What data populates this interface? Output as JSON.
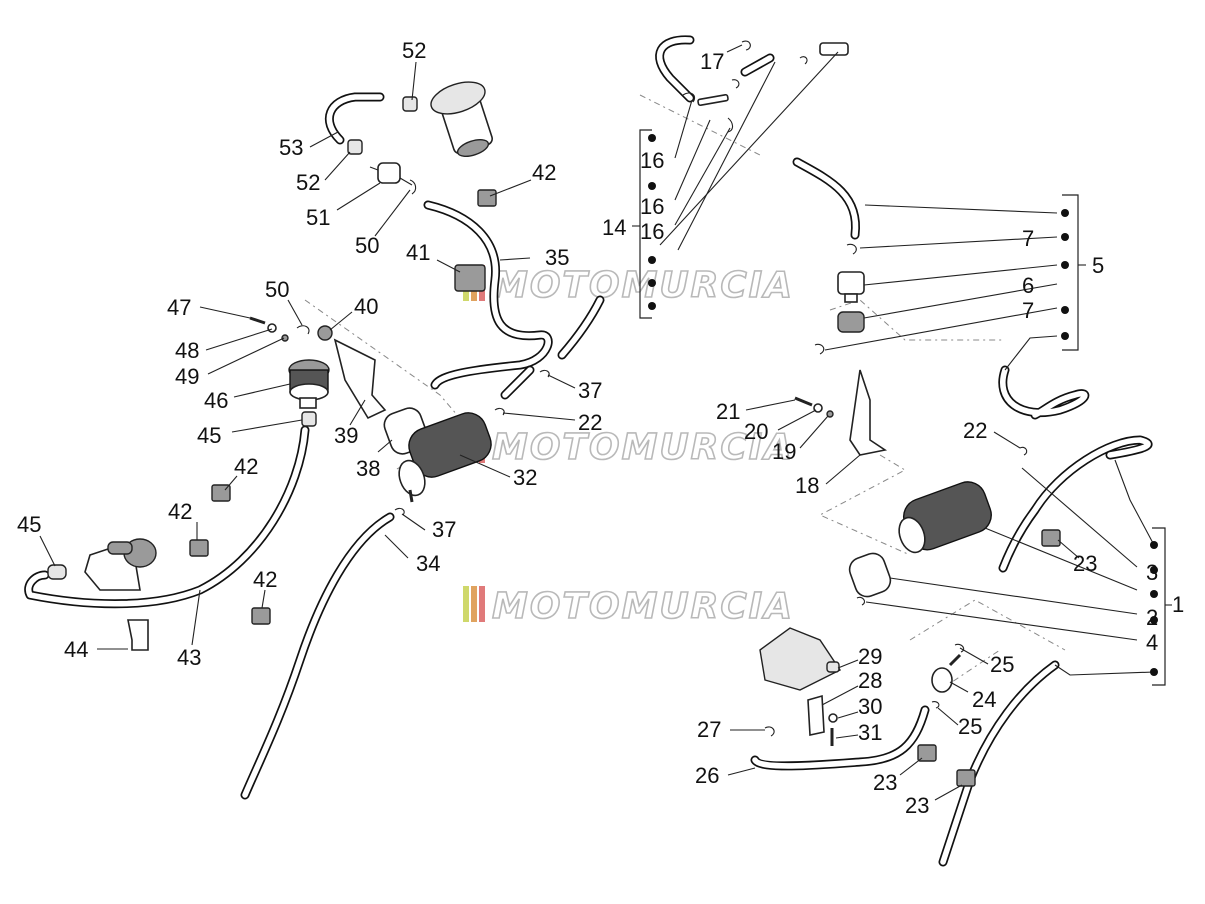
{
  "watermark": {
    "text": "MOTOMURCIA"
  },
  "callouts": {
    "c1": "1",
    "c2": "2",
    "c3": "3",
    "c4": "4",
    "c5": "5",
    "c6": "6",
    "c7a": "7",
    "c7b": "7",
    "c14": "14",
    "c16a": "16",
    "c16b": "16",
    "c16c": "16",
    "c17": "17",
    "c18": "18",
    "c19": "19",
    "c20": "20",
    "c21": "21",
    "c22a": "22",
    "c22b": "22",
    "c23a": "23",
    "c23b": "23",
    "c23c": "23",
    "c24": "24",
    "c25a": "25",
    "c25b": "25",
    "c26": "26",
    "c27": "27",
    "c28": "28",
    "c29": "29",
    "c30": "30",
    "c31": "31",
    "c32": "32",
    "c34": "34",
    "c35": "35",
    "c37a": "37",
    "c37b": "37",
    "c38": "38",
    "c39": "39",
    "c40": "40",
    "c41": "41",
    "c42a": "42",
    "c42b": "42",
    "c42c": "42",
    "c42d": "42",
    "c43": "43",
    "c44": "44",
    "c45a": "45",
    "c45b": "45",
    "c46": "46",
    "c47": "47",
    "c48": "48",
    "c49": "49",
    "c50a": "50",
    "c50b": "50",
    "c51": "51",
    "c52a": "52",
    "c52b": "52",
    "c53": "53"
  }
}
